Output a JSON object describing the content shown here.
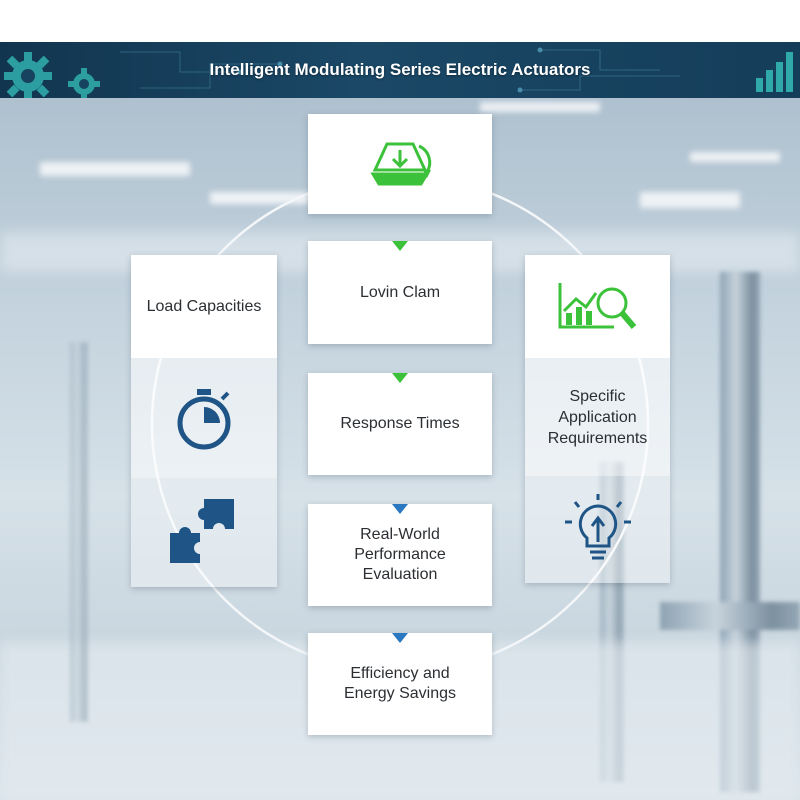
{
  "banner": {
    "title": "Intelligent Modulating Series Electric Actuators"
  },
  "center_flow": [
    {
      "label": ""
    },
    {
      "label": "Lovin Clam"
    },
    {
      "label": "Response Times"
    },
    {
      "label": "Real-World Performance Evaluation"
    },
    {
      "label": "Efficiency and Energy Savings"
    }
  ],
  "left_panel": {
    "label": "Load Capacities"
  },
  "right_panel": {
    "label": "Specific Application Requirements"
  },
  "icons": {
    "top_box": "download-cycle-icon",
    "left_middle": "stopwatch-icon",
    "left_bottom": "puzzle-icon",
    "right_top": "chart-magnifier-icon",
    "right_bottom": "lightbulb-icon",
    "banner_left": "gear-icon",
    "banner_right": "bar-chart-icon"
  },
  "colors": {
    "banner": "#1a4866",
    "accent_green": "#3cc23a",
    "accent_blue": "#2a78c0",
    "icon_navy": "#1f5486"
  }
}
